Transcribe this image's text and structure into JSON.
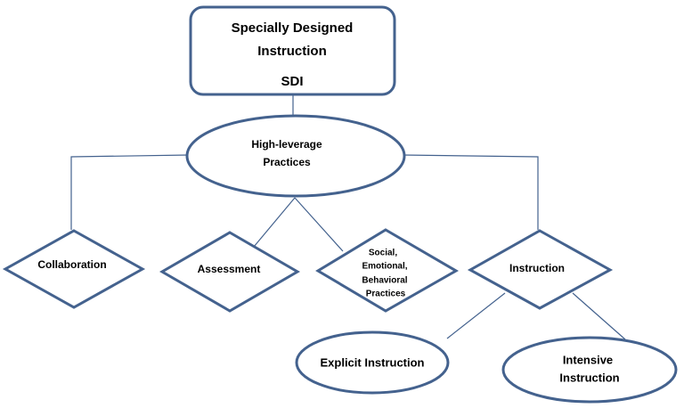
{
  "colors": {
    "stroke": "#44628e",
    "fill": "#ffffff",
    "text": "#000000"
  },
  "root": {
    "line1": "Specially Designed",
    "line2": "Instruction",
    "line3": "SDI"
  },
  "hub": {
    "line1": "High-leverage",
    "line2": "Practices"
  },
  "practices": {
    "collaboration": "Collaboration",
    "assessment": "Assessment",
    "social": {
      "line1": "Social,",
      "line2": "Emotional,",
      "line3": "Behavioral",
      "line4": "Practices"
    },
    "instruction": "Instruction"
  },
  "instruction_types": {
    "explicit": "Explicit Instruction",
    "intensive": {
      "line1": "Intensive",
      "line2": "Instruction"
    }
  }
}
